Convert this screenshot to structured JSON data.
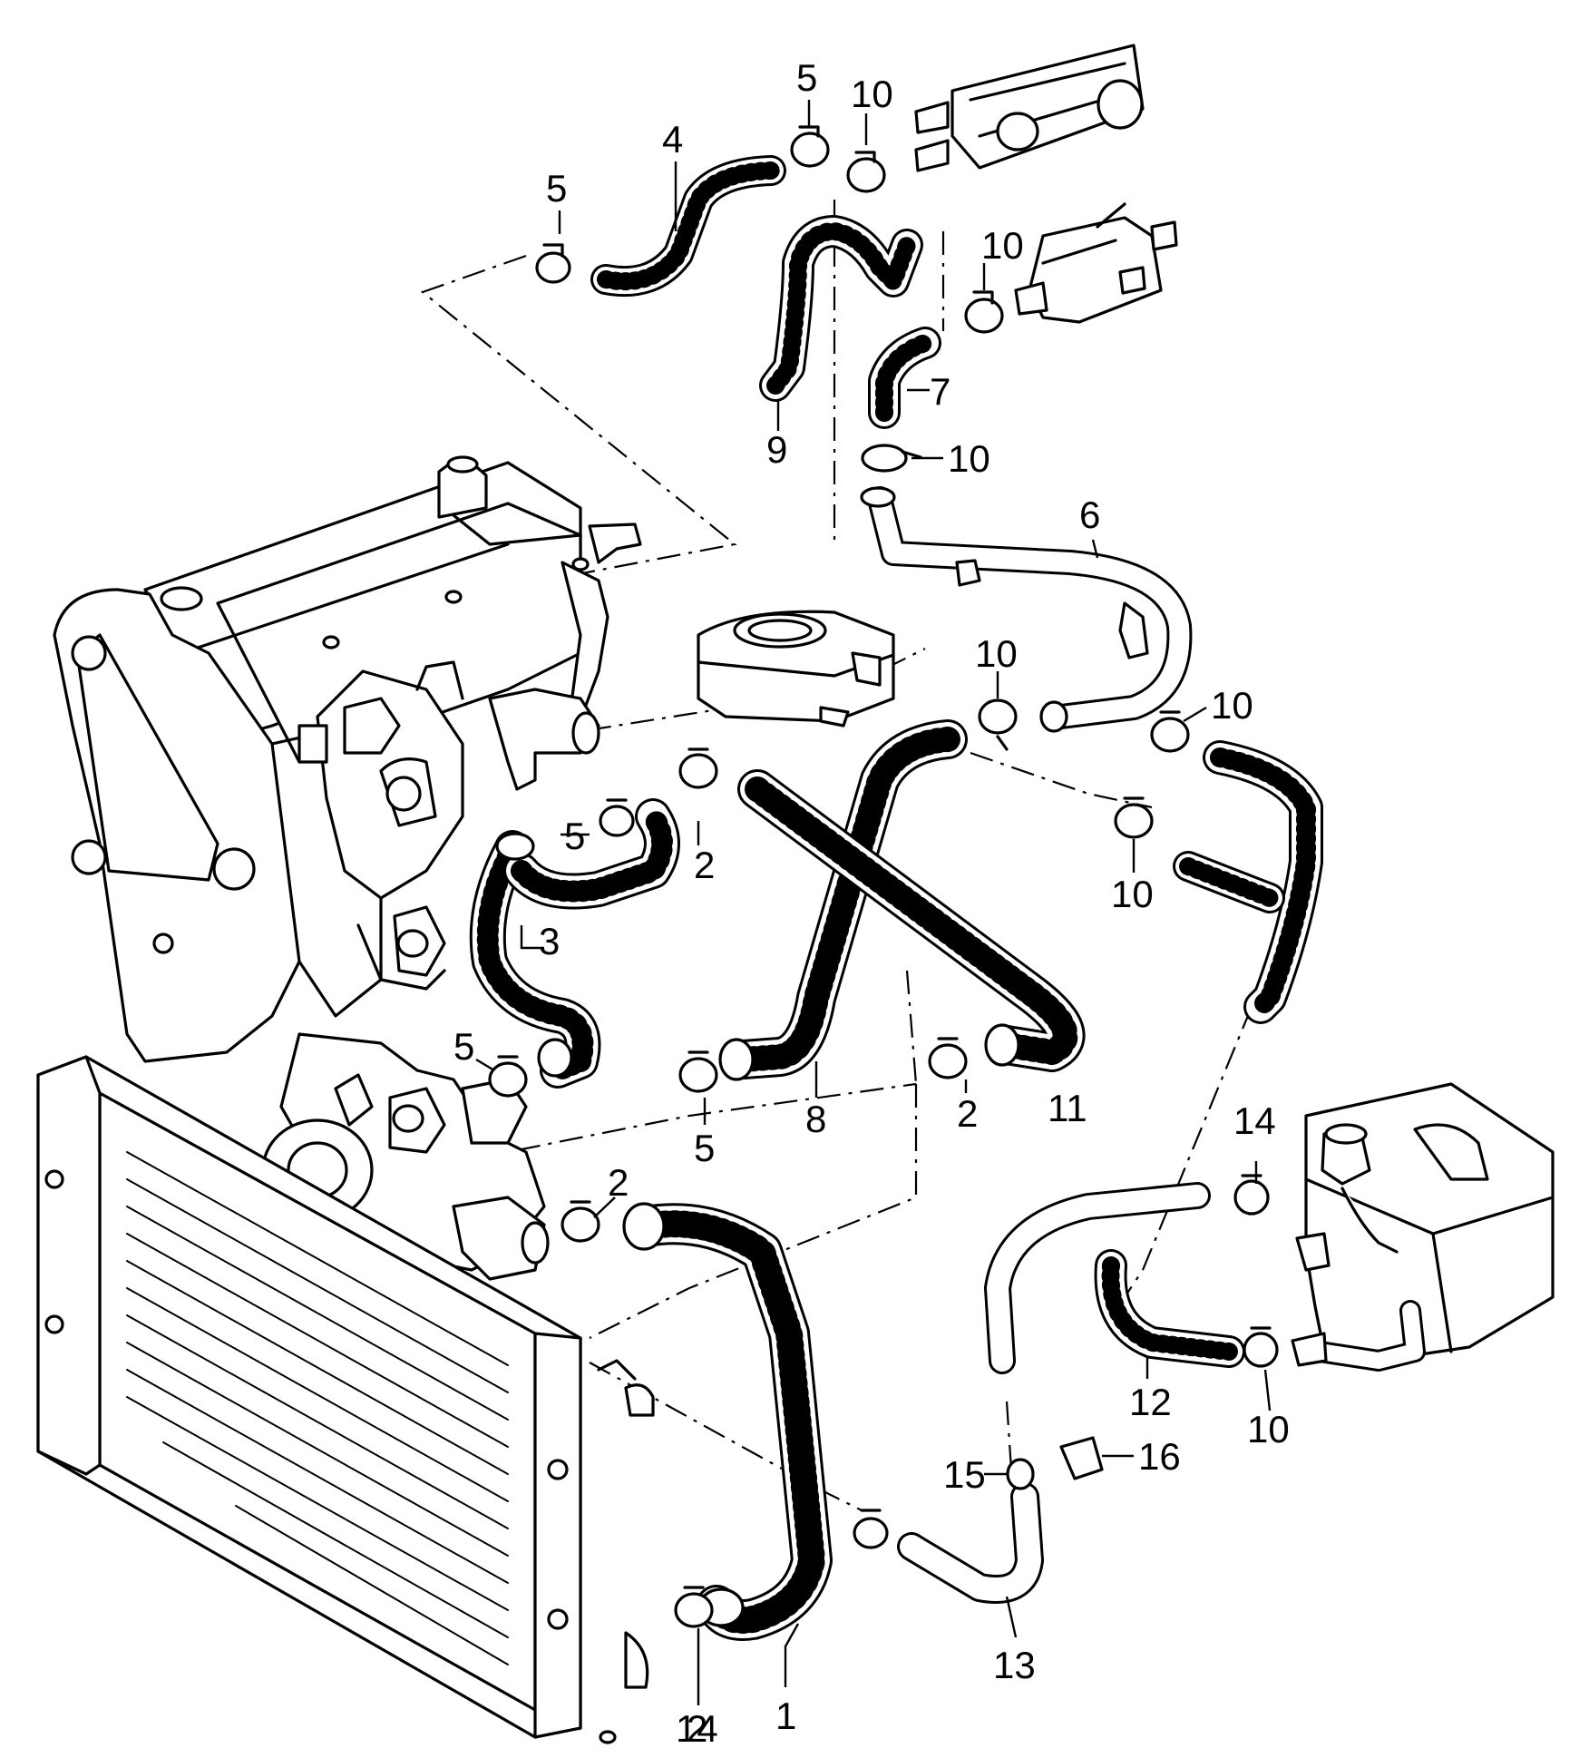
{
  "callouts": [
    {
      "id": "c1",
      "text": "1"
    },
    {
      "id": "c2a",
      "text": "2"
    },
    {
      "id": "c2b",
      "text": "2"
    },
    {
      "id": "c2c",
      "text": "2"
    },
    {
      "id": "c2d",
      "text": "2"
    },
    {
      "id": "c3",
      "text": "3"
    },
    {
      "id": "c4",
      "text": "4"
    },
    {
      "id": "c5a",
      "text": "5"
    },
    {
      "id": "c5b",
      "text": "5"
    },
    {
      "id": "c5c",
      "text": "5"
    },
    {
      "id": "c5d",
      "text": "5"
    },
    {
      "id": "c5e",
      "text": "5"
    },
    {
      "id": "c6",
      "text": "6"
    },
    {
      "id": "c7",
      "text": "7"
    },
    {
      "id": "c8",
      "text": "8"
    },
    {
      "id": "c9",
      "text": "9"
    },
    {
      "id": "c10a",
      "text": "10"
    },
    {
      "id": "c10b",
      "text": "10"
    },
    {
      "id": "c10c",
      "text": "10"
    },
    {
      "id": "c10d",
      "text": "10"
    },
    {
      "id": "c10e",
      "text": "10"
    },
    {
      "id": "c10f",
      "text": "10"
    },
    {
      "id": "c10g",
      "text": "10"
    },
    {
      "id": "c11",
      "text": "11"
    },
    {
      "id": "c12",
      "text": "12"
    },
    {
      "id": "c13",
      "text": "13"
    },
    {
      "id": "c14a",
      "text": "14"
    },
    {
      "id": "c14b",
      "text": "14"
    },
    {
      "id": "c15",
      "text": "15"
    },
    {
      "id": "c16",
      "text": "16"
    }
  ]
}
